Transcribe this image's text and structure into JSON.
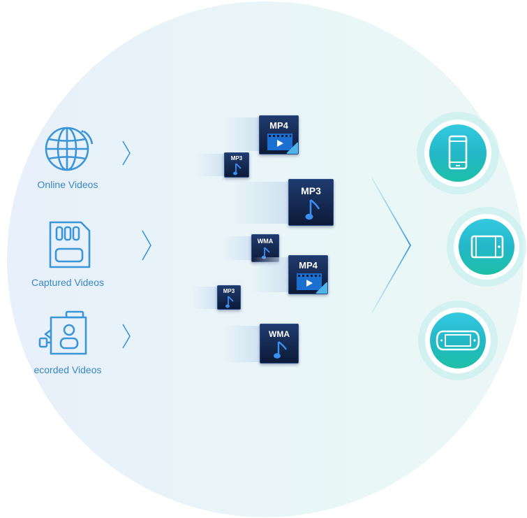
{
  "sources": [
    {
      "label": "Online Videos",
      "icon": "globe-icon"
    },
    {
      "label": "Captured Videos",
      "icon": "sd-card-icon"
    },
    {
      "label": "ecorded Videos",
      "icon": "camcorder-icon"
    }
  ],
  "formats": [
    "MP4",
    "MP3",
    "MP3",
    "WMA",
    "MP4",
    "MP3",
    "WMA"
  ],
  "devices": [
    "smartphone-icon",
    "tablet-icon",
    "game-console-icon"
  ],
  "colors": {
    "accent": "#3a96d8",
    "tile": "#13264d",
    "device": "#22b8c9"
  }
}
